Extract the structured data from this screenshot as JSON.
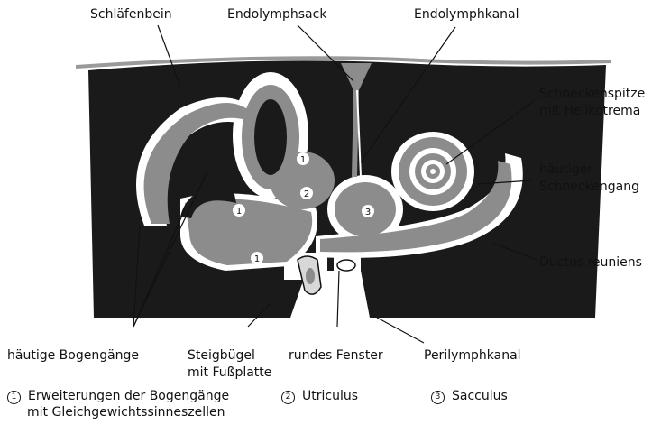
{
  "labels": {
    "schlaefenbein": "Schläfenbein",
    "endolymphsack": "Endolymphsack",
    "endolymphkanal": "Endolymphkanal",
    "schneckenspitze": [
      "Schneckenspitze",
      "mit Helikotrema"
    ],
    "haeutiger_schneckengang": [
      "häutiger",
      "Schneckengang"
    ],
    "ductus_reuniens": "Ductus reuniens",
    "haeutige_bogengaenge": "häutige Bogengänge",
    "steigbuegel": [
      "Steigbügel",
      "mit Fußplatte"
    ],
    "rundes_fenster": "rundes Fenster",
    "perilymphkanal": "Perilymphkanal"
  },
  "markers": {
    "one": "1",
    "two": "2",
    "three": "3"
  },
  "legend": {
    "item1": [
      "Erweiterungen der Bogengänge",
      "mit Gleichgewichtssinneszellen"
    ],
    "item2": "Utriculus",
    "item3": "Sacculus"
  },
  "colors": {
    "bone": "#1a1a1a",
    "membrane": "#8c8c8c",
    "perilymph": "#ffffff",
    "ink": "#111111"
  }
}
